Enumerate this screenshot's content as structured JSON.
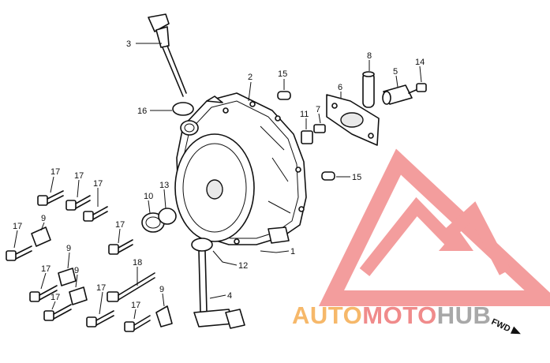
{
  "callouts": [
    {
      "id": "c3",
      "text": "3"
    },
    {
      "id": "c2",
      "text": "2"
    },
    {
      "id": "c15a",
      "text": "15"
    },
    {
      "id": "c8",
      "text": "8"
    },
    {
      "id": "c5",
      "text": "5"
    },
    {
      "id": "c14",
      "text": "14"
    },
    {
      "id": "c6",
      "text": "6"
    },
    {
      "id": "c7",
      "text": "7"
    },
    {
      "id": "c11",
      "text": "11"
    },
    {
      "id": "c16",
      "text": "16"
    },
    {
      "id": "c15b",
      "text": "15"
    },
    {
      "id": "c17a",
      "text": "17"
    },
    {
      "id": "c17b",
      "text": "17"
    },
    {
      "id": "c17c",
      "text": "17"
    },
    {
      "id": "c10",
      "text": "10"
    },
    {
      "id": "c13",
      "text": "13"
    },
    {
      "id": "c9a",
      "text": "9"
    },
    {
      "id": "c17d",
      "text": "17"
    },
    {
      "id": "c17e",
      "text": "17"
    },
    {
      "id": "c1",
      "text": "1"
    },
    {
      "id": "c12",
      "text": "12"
    },
    {
      "id": "c9b",
      "text": "9"
    },
    {
      "id": "c17f",
      "text": "17"
    },
    {
      "id": "c9c",
      "text": "9"
    },
    {
      "id": "c18",
      "text": "18"
    },
    {
      "id": "c17g",
      "text": "17"
    },
    {
      "id": "c17h",
      "text": "17"
    },
    {
      "id": "c9d",
      "text": "9"
    },
    {
      "id": "c17i",
      "text": "17"
    },
    {
      "id": "c4",
      "text": "4"
    }
  ],
  "direction_label": "FWD",
  "watermark": {
    "parts": [
      {
        "text": "AUTO",
        "color": "#f6b86a"
      },
      {
        "text": "MOTO",
        "color": "#f08b8b"
      },
      {
        "text": "HUB",
        "color": "#a8a8a8"
      }
    ],
    "logo_color": "#f28c8c"
  }
}
